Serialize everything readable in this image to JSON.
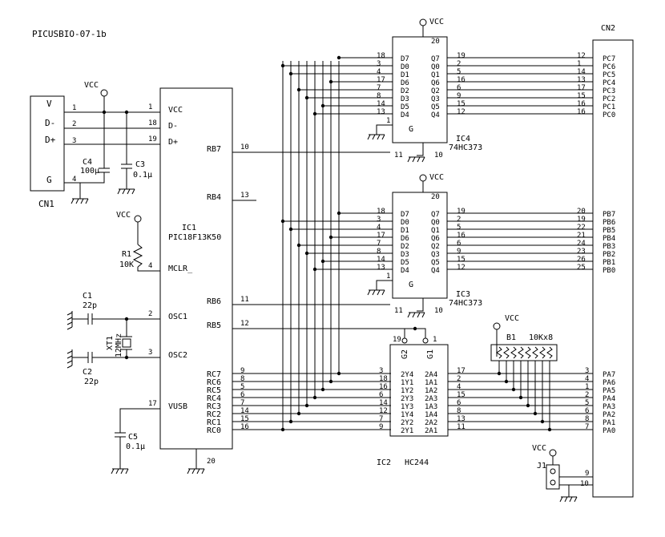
{
  "title": "PICUSBIO-07-1b",
  "cn1": {
    "name": "CN1",
    "pins": [
      "V",
      "D-",
      "D+",
      "G"
    ],
    "nums": [
      "1",
      "2",
      "3",
      "4"
    ]
  },
  "cn2": {
    "name": "CN2"
  },
  "ic1": {
    "ref": "IC1",
    "part": "PIC18F13K50",
    "left": [
      {
        "label": "VCC",
        "num": "1"
      },
      {
        "label": "D-",
        "num": "18"
      },
      {
        "label": "D+",
        "num": "19"
      },
      {
        "label": "MCLR_",
        "num": "4"
      },
      {
        "label": "OSC1",
        "num": "2"
      },
      {
        "label": "OSC2",
        "num": "3"
      },
      {
        "label": "VUSB",
        "num": "17"
      }
    ],
    "right": [
      {
        "label": "RB7",
        "num": "10"
      },
      {
        "label": "RB4",
        "num": "13"
      },
      {
        "label": "RB6",
        "num": "11"
      },
      {
        "label": "RB5",
        "num": "12"
      }
    ],
    "rc": [
      "RC7",
      "RC6",
      "RC5",
      "RC4",
      "RC3",
      "RC2",
      "RC1",
      "RC0"
    ],
    "rc_nums": [
      "9",
      "8",
      "5",
      "6",
      "7",
      "14",
      "15",
      "16"
    ],
    "gnd_num": "20"
  },
  "ic4": {
    "ref": "IC4",
    "part": "74HC373",
    "vcc_num": "20",
    "gnd_num": "10",
    "oe_num": "1",
    "le_num": "11",
    "g_label": "G",
    "d_labels": [
      "D7",
      "D0",
      "D1",
      "D6",
      "D2",
      "D3",
      "D5",
      "D4"
    ],
    "d_nums": [
      "18",
      "3",
      "4",
      "17",
      "7",
      "8",
      "14",
      "13"
    ],
    "q_labels": [
      "Q7",
      "Q0",
      "Q1",
      "Q6",
      "Q2",
      "Q3",
      "Q5",
      "Q4"
    ],
    "q_nums": [
      "19",
      "2",
      "5",
      "16",
      "6",
      "9",
      "15",
      "12"
    ],
    "cn_nums": [
      "12",
      "1",
      "14",
      "13",
      "17",
      "15",
      "16",
      "16"
    ],
    "ports": [
      "PC7",
      "PC6",
      "PC5",
      "PC4",
      "PC3",
      "PC2",
      "PC1",
      "PC0"
    ]
  },
  "ic3": {
    "ref": "IC3",
    "part": "74HC373",
    "vcc_num": "20",
    "gnd_num": "10",
    "oe_num": "1",
    "le_num": "11",
    "g_label": "G",
    "d_labels": [
      "D7",
      "D0",
      "D1",
      "D6",
      "D2",
      "D3",
      "D5",
      "D4"
    ],
    "d_nums": [
      "18",
      "3",
      "4",
      "17",
      "7",
      "8",
      "14",
      "13"
    ],
    "q_labels": [
      "Q7",
      "Q0",
      "Q1",
      "Q6",
      "Q2",
      "Q3",
      "Q5",
      "Q4"
    ],
    "q_nums": [
      "19",
      "2",
      "5",
      "16",
      "6",
      "9",
      "15",
      "12"
    ],
    "cn_nums": [
      "20",
      "19",
      "22",
      "21",
      "24",
      "23",
      "26",
      "25"
    ],
    "ports": [
      "PB7",
      "PB6",
      "PB5",
      "PB4",
      "PB3",
      "PB2",
      "PB1",
      "PB0"
    ]
  },
  "ic2": {
    "ref": "IC2",
    "part": "HC244",
    "g2": "G2",
    "g1": "G1",
    "g2_num": "19",
    "g1_num": "1",
    "y_labels": [
      "2Y4",
      "1Y1",
      "1Y2",
      "2Y3",
      "1Y3",
      "1Y4",
      "2Y2",
      "2Y1"
    ],
    "y_nums": [
      "3",
      "18",
      "16",
      "6",
      "14",
      "12",
      "7",
      "9"
    ],
    "a_labels": [
      "2A4",
      "1A1",
      "1A2",
      "2A3",
      "1A3",
      "1A4",
      "2A2",
      "2A1"
    ],
    "a_nums": [
      "17",
      "2",
      "4",
      "15",
      "6",
      "8",
      "13",
      "11"
    ],
    "cn_nums": [
      "3",
      "4",
      "1",
      "2",
      "5",
      "6",
      "8",
      "7"
    ],
    "ports": [
      "PA7",
      "PA6",
      "PA5",
      "PA4",
      "PA3",
      "PA2",
      "PA1",
      "PA0"
    ]
  },
  "parts": {
    "vcc": "VCC",
    "c4": "C4",
    "c4v": "100μ",
    "c3": "C3",
    "c3v": "0.1μ",
    "r1": "R1",
    "r1v": "10K",
    "c1": "C1",
    "c1v": "22p",
    "c2": "C2",
    "c2v": "22p",
    "xt1": "XT1",
    "xt1v": "12MHz",
    "c5": "C5",
    "c5v": "0.1μ",
    "b1": "B1",
    "b1v": "10Kx8",
    "j1": "J1",
    "j1_nums": [
      "9",
      "10"
    ]
  }
}
